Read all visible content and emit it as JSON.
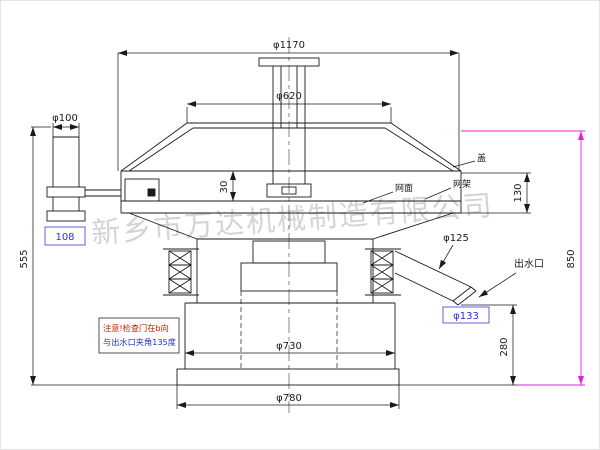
{
  "watermark": "新乡市万达机械制造有限公司",
  "dimensions": {
    "d1170": "φ1170",
    "d620": "φ620",
    "d100": "φ100",
    "d30": "30",
    "d130": "130",
    "d555": "555",
    "d108": "108",
    "d125": "φ125",
    "d133": "φ133",
    "d280": "280",
    "d850": "850",
    "d730": "φ730",
    "d780": "φ780"
  },
  "labels": {
    "outlet": "出水口",
    "cover": "盖",
    "mesh": "网面",
    "mesh_frame": "网架"
  },
  "note": {
    "line1": "注意!检查门在b向",
    "line2": "与出水口夹角135度"
  },
  "colors": {
    "line": "#1a1a1a",
    "total_height_dim": "#e022d8",
    "field_blue": "#2233dd",
    "note_red": "#bb2200",
    "watermark_gray": "#d0d0d0"
  }
}
